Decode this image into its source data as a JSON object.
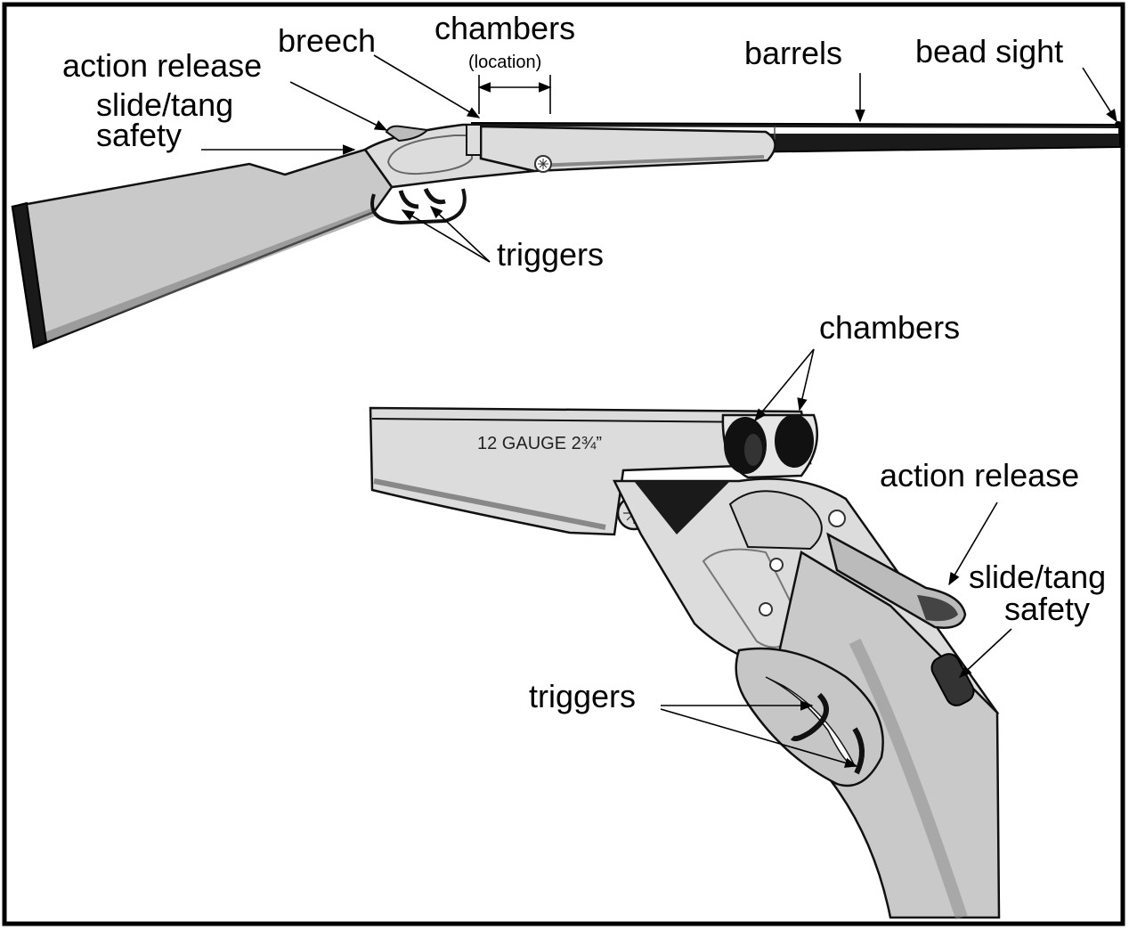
{
  "top_view": {
    "labels": {
      "breech": "breech",
      "chambers": "chambers",
      "chambers_location": "(location)",
      "barrels": "barrels",
      "bead_sight": "bead sight",
      "action_release": "action release",
      "slide_tang_line1": "slide/tang",
      "slide_tang_line2": "safety",
      "triggers": "triggers"
    }
  },
  "detail_view": {
    "labels": {
      "chambers": "chambers",
      "action_release": "action release",
      "slide_tang_line1": "slide/tang",
      "slide_tang_line2": "safety",
      "triggers": "triggers"
    },
    "barrel_stamp": "12 GAUGE 2¾”"
  }
}
